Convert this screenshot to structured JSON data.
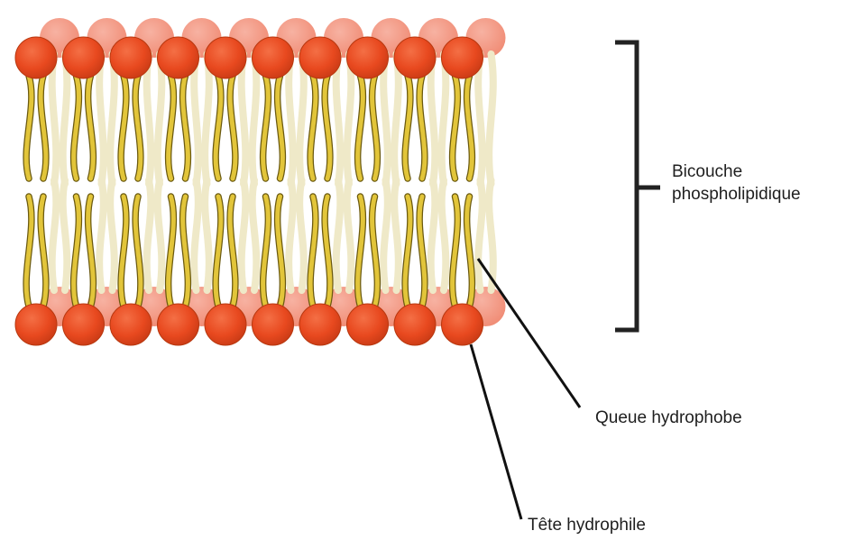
{
  "labels": {
    "bilayer_line1": "Bicouche",
    "bilayer_line2": "phospholipidique",
    "tail": "Queue hydrophobe",
    "head": "Tête hydrophile"
  },
  "colors": {
    "head_front": "#e8491f",
    "head_back": "#f39a86",
    "tail_front": "#e2c53a",
    "tail_back": "#efe9c8",
    "leader": "#111111",
    "bracket": "#222222",
    "text": "#1f1f1f"
  },
  "structure": {
    "heads_per_leaflet": 10,
    "leaflets": 2
  }
}
